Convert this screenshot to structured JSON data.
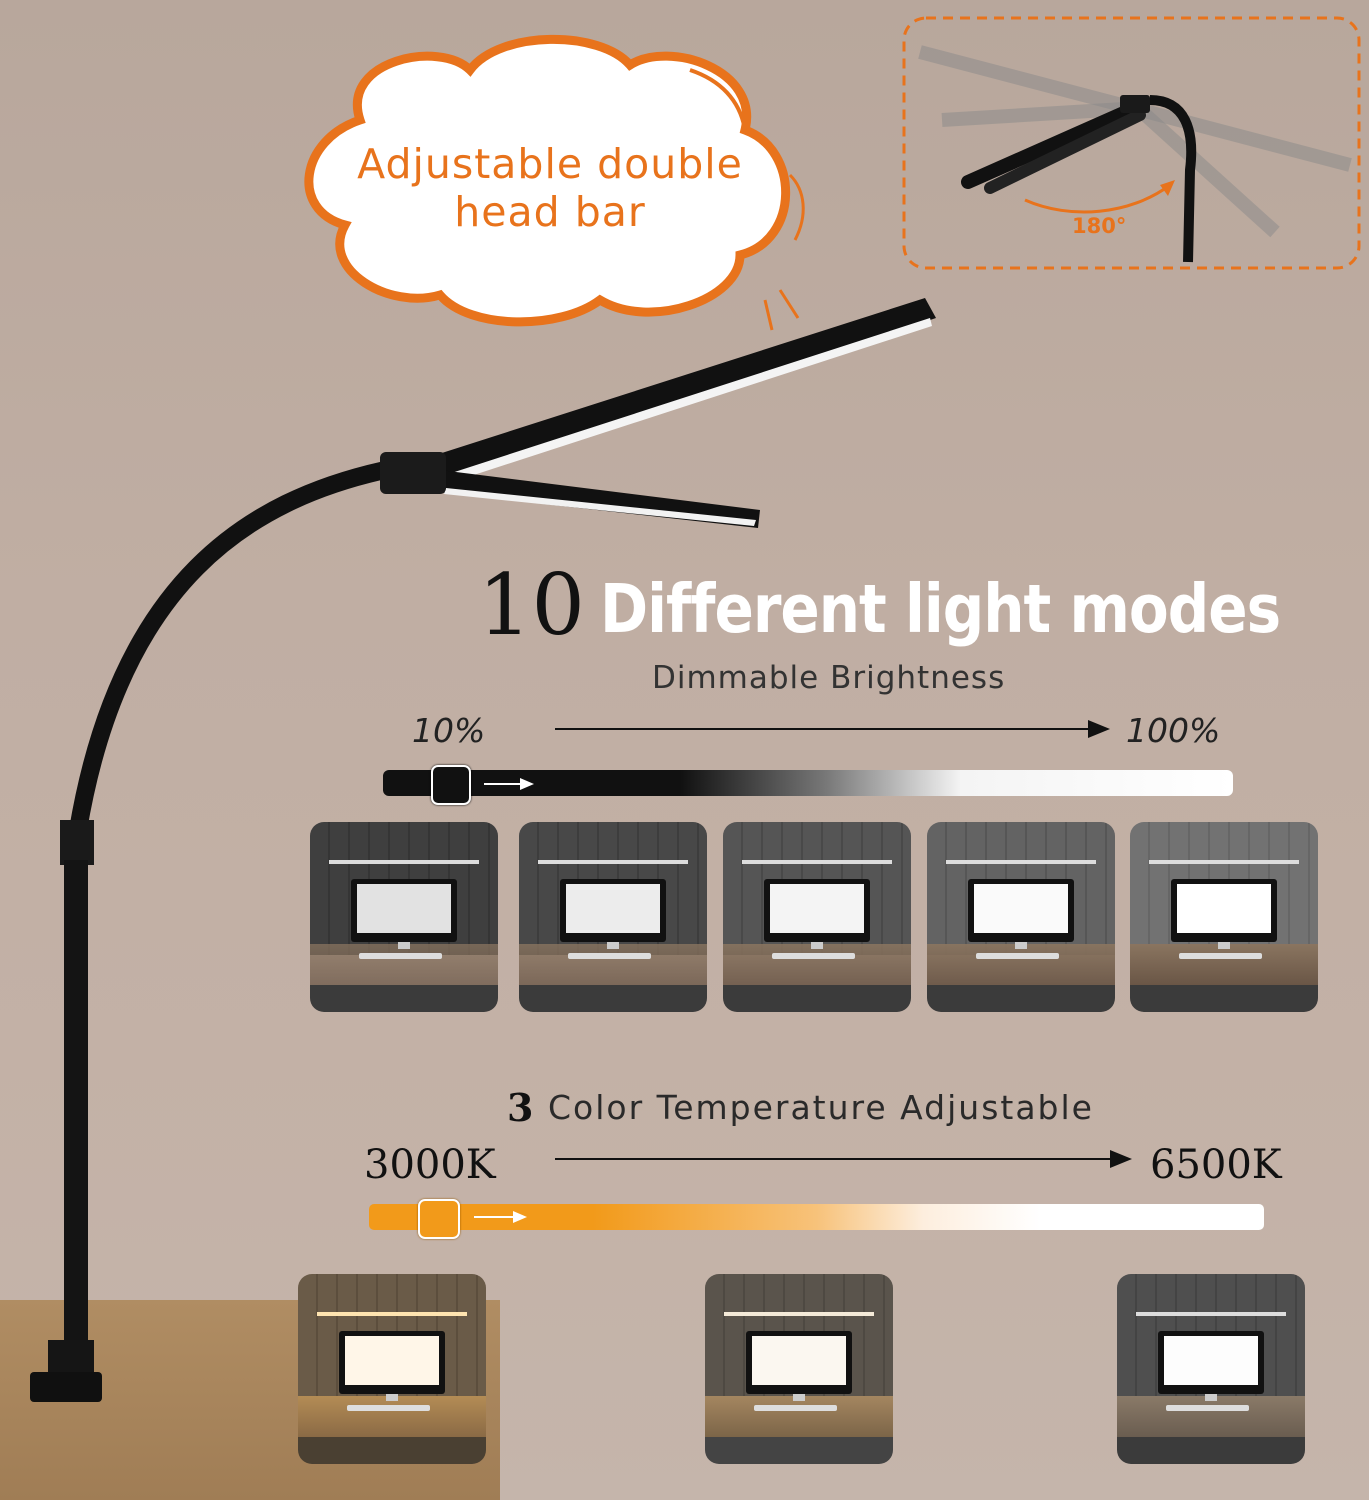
{
  "callout": {
    "line1": "Adjustable double",
    "line2": "head bar"
  },
  "rotation": {
    "label": "180°"
  },
  "headline": {
    "number": "10",
    "title": "Different light modes"
  },
  "brightness": {
    "title": "Dimmable Brightness",
    "min_label": "10%",
    "max_label": "100%",
    "thumbnail_count": 5
  },
  "temperature": {
    "number": "3",
    "title": "Color Temperature Adjustable",
    "min_label": "3000K",
    "max_label": "6500K",
    "thumbnail_count": 3
  },
  "colors": {
    "accent_orange": "#e8731c",
    "slider_orange": "#f29a1a",
    "lamp_black": "#111111"
  }
}
